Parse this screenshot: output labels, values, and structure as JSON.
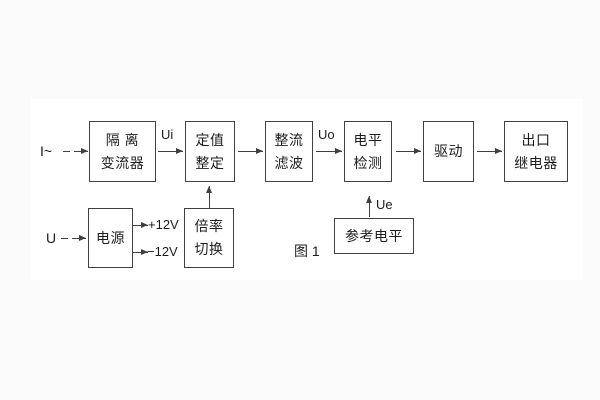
{
  "figure": {
    "caption": "图 1",
    "inputs": {
      "current": "I~",
      "voltage": "U"
    },
    "blocks": {
      "isolation": {
        "line1": "隔 离",
        "line2": "变流器"
      },
      "setting": {
        "line1": "定值",
        "line2": "整定"
      },
      "rectifier": {
        "line1": "整流",
        "line2": "滤波"
      },
      "level": {
        "line1": "电平",
        "line2": "检测"
      },
      "driver": {
        "label": "驱动"
      },
      "relay": {
        "line1": "出口",
        "line2": "继电器"
      },
      "power": {
        "label": "电源"
      },
      "ratio": {
        "line1": "倍率",
        "line2": "切换"
      },
      "reference": {
        "label": "参考电平"
      }
    },
    "signals": {
      "ui": "Ui",
      "uo": "Uo",
      "ue": "Ue",
      "plus12v": "+12V",
      "minus12v": "−12V"
    }
  },
  "colors": {
    "line": "#404040",
    "text": "#1d1d1d",
    "page_bg": "#fbfbfb",
    "canvas_bg": "#ffffff"
  }
}
